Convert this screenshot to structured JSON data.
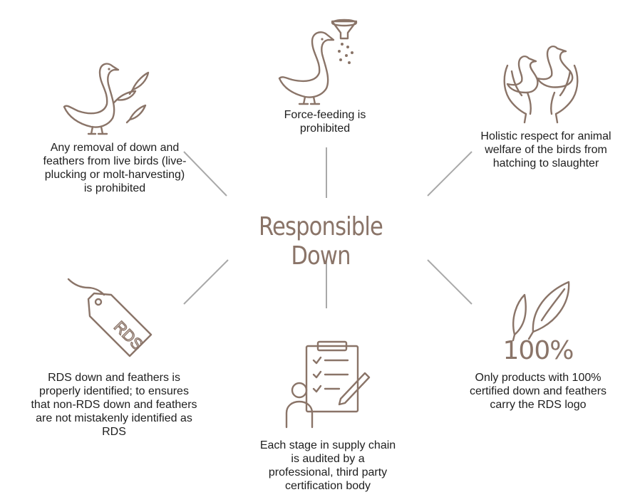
{
  "title": "Responsible Down",
  "badge_text": "100%",
  "tag_text": "RDS",
  "colors": {
    "accent": "#8a7468",
    "line": "#a9a9a9",
    "text": "#1e1e1e"
  },
  "items": [
    {
      "id": "no-live-plucking",
      "icon": "goose-feathers-icon",
      "text": "Any removal of down and feathers from live birds (live-plucking or molt-harvesting) is prohibited"
    },
    {
      "id": "no-force-feeding",
      "icon": "goose-funnel-icon",
      "text": "Force-feeding is prohibited"
    },
    {
      "id": "animal-welfare",
      "icon": "hands-geese-icon",
      "text": "Holistic respect for animal welfare of the birds from hatching to slaughter"
    },
    {
      "id": "identification",
      "icon": "rds-tag-icon",
      "text": "RDS down and feathers is properly identified; to ensures that non-RDS down and feathers are not mistakenly identified as RDS"
    },
    {
      "id": "audited",
      "icon": "clipboard-person-icon",
      "text": "Each stage in supply chain is audited by a professional, third party certification body"
    },
    {
      "id": "certified",
      "icon": "feathers-icon",
      "text": "Only products with 100% certified down and feathers carry the RDS logo"
    }
  ]
}
